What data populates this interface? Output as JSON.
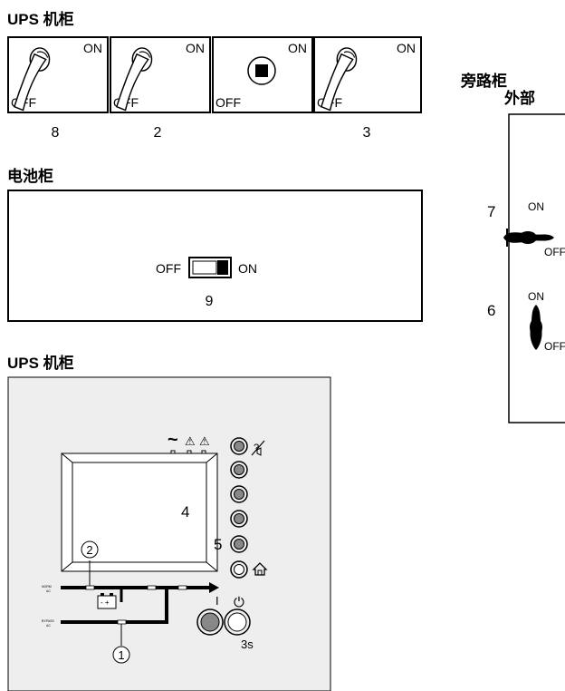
{
  "titles": {
    "ups_top": "UPS 机柜",
    "battery": "电池柜",
    "ups_bottom": "UPS 机柜",
    "bypass_line1": "旁路柜",
    "bypass_line2": "外部"
  },
  "switches": {
    "on": "ON",
    "off": "OFF",
    "numbers": [
      "8",
      "2",
      "3"
    ]
  },
  "battery": {
    "off": "OFF",
    "on": "ON",
    "number": "9"
  },
  "bypass": {
    "num7": "7",
    "num6": "6",
    "on": "ON",
    "off": "OFF"
  },
  "panel": {
    "label4": "4",
    "label5": "5",
    "callout1": "①",
    "callout2": "②",
    "label_i": "I",
    "power_symbol": "⏻",
    "hold": "3s",
    "norm_ac": [
      "NORM",
      "AC"
    ],
    "bypass_ac": [
      "BYPASS",
      "AC"
    ],
    "mute_icon_text": "?",
    "status_icons": [
      "~",
      "⚠",
      "⚠"
    ]
  },
  "colors": {
    "panel_bg": "#eeeeee",
    "line": "#000000"
  }
}
